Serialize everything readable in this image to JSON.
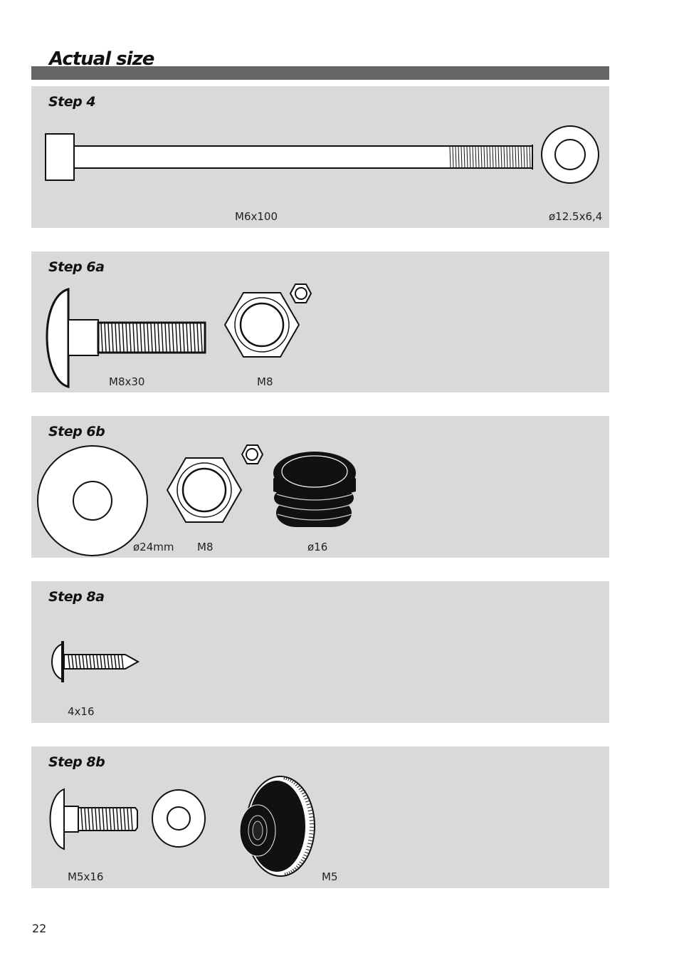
{
  "page": {
    "title": "Actual size",
    "page_number": "22"
  },
  "steps": [
    {
      "title": "Step 4",
      "parts": [
        "M6x100",
        "ø12.5x6,4"
      ]
    },
    {
      "title": "Step 6a",
      "parts": [
        "M8x30",
        "M8"
      ]
    },
    {
      "title": "Step 6b",
      "parts": [
        "ø24mm",
        "M8",
        "ø16"
      ]
    },
    {
      "title": "Step 8a",
      "parts": [
        "4x16"
      ]
    },
    {
      "title": "Step 8b",
      "parts": [
        "M5x16",
        "M5"
      ]
    }
  ],
  "colors": {
    "title_bar": "#666666",
    "panel_background": "#d9d9d9",
    "part_fill": "#ffffff",
    "outline": "#111111"
  },
  "icons": [
    "carriage-bolt-icon",
    "washer-icon",
    "hex-nut-icon",
    "lock-nut-icon",
    "plug-cap-icon",
    "screw-icon",
    "knurled-nut-icon"
  ]
}
